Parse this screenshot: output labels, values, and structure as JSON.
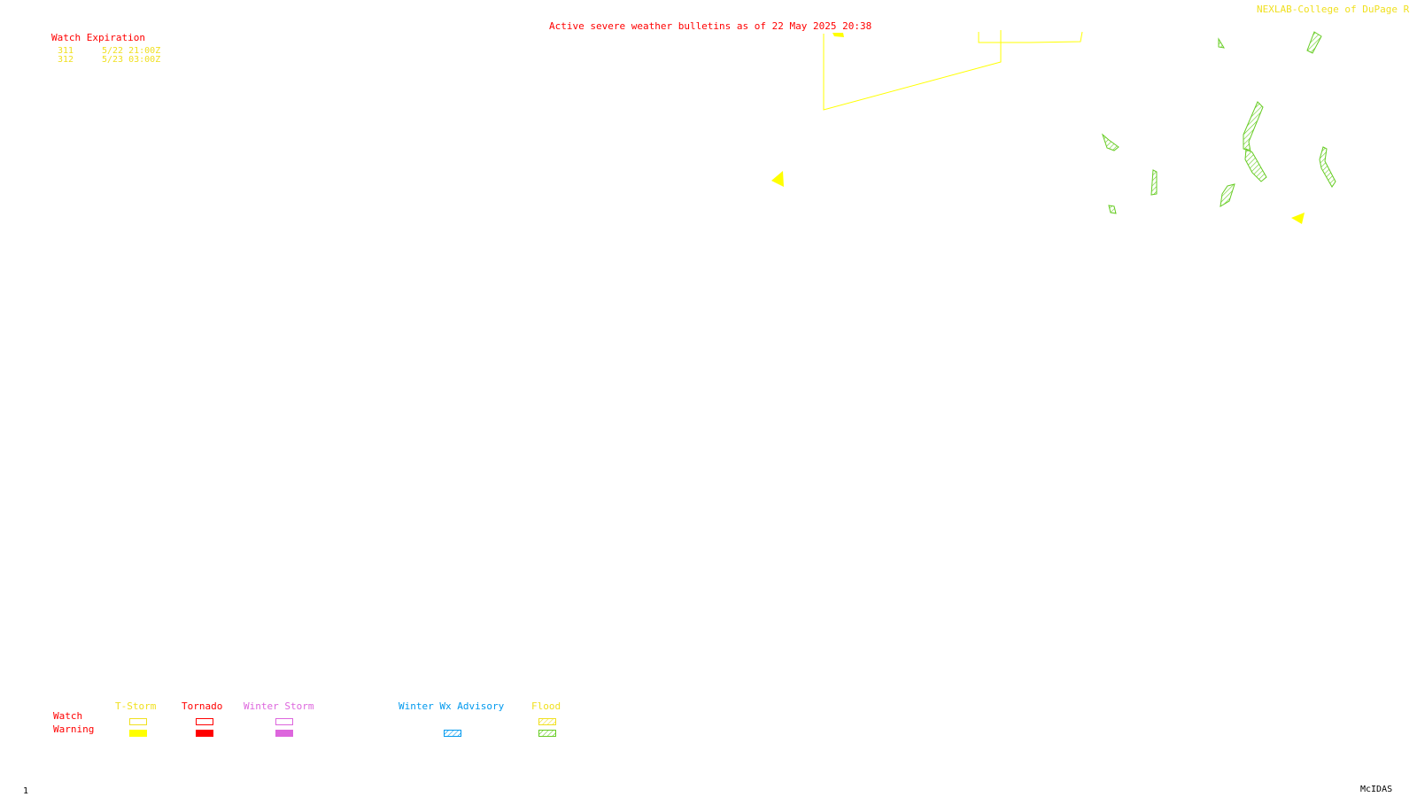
{
  "header": {
    "title": "Active severe weather bulletins as of 22 May 2025 20:38",
    "credit": "NEXLAB-College of DuPage R"
  },
  "watch_table": {
    "heading": "Watch Expiration",
    "rows": [
      {
        "number": "311",
        "expires": "5/22 21:00Z"
      },
      {
        "number": "312",
        "expires": "5/23 03:00Z"
      }
    ]
  },
  "legend": {
    "row_labels": {
      "watch": "Watch",
      "warning": "Warning"
    },
    "categories": [
      {
        "label": "T-Storm",
        "color": "#ffff00",
        "watch_style": "outline",
        "warning_style": "solid"
      },
      {
        "label": "Tornado",
        "color": "#ff0000",
        "watch_style": "outline",
        "warning_style": "solid"
      },
      {
        "label": "Winter Storm",
        "color": "#dd66dd",
        "watch_style": "outline",
        "warning_style": "solid"
      },
      {
        "label": "Winter Wx Advisory",
        "color": "#0099ee",
        "watch_style": null,
        "warning_style": "hatched"
      },
      {
        "label": "Flood",
        "color": "#f0e020",
        "watch_style": "hatched",
        "warning_style": "hatched",
        "warning_color": "#66cc22"
      }
    ]
  },
  "footer": {
    "frame_number": "1",
    "software": "McIDAS"
  },
  "colors": {
    "title_red": "#ff0000",
    "watch_yellow": "#ffff00",
    "flood_green": "#66cc22",
    "background": "#ffffff"
  }
}
